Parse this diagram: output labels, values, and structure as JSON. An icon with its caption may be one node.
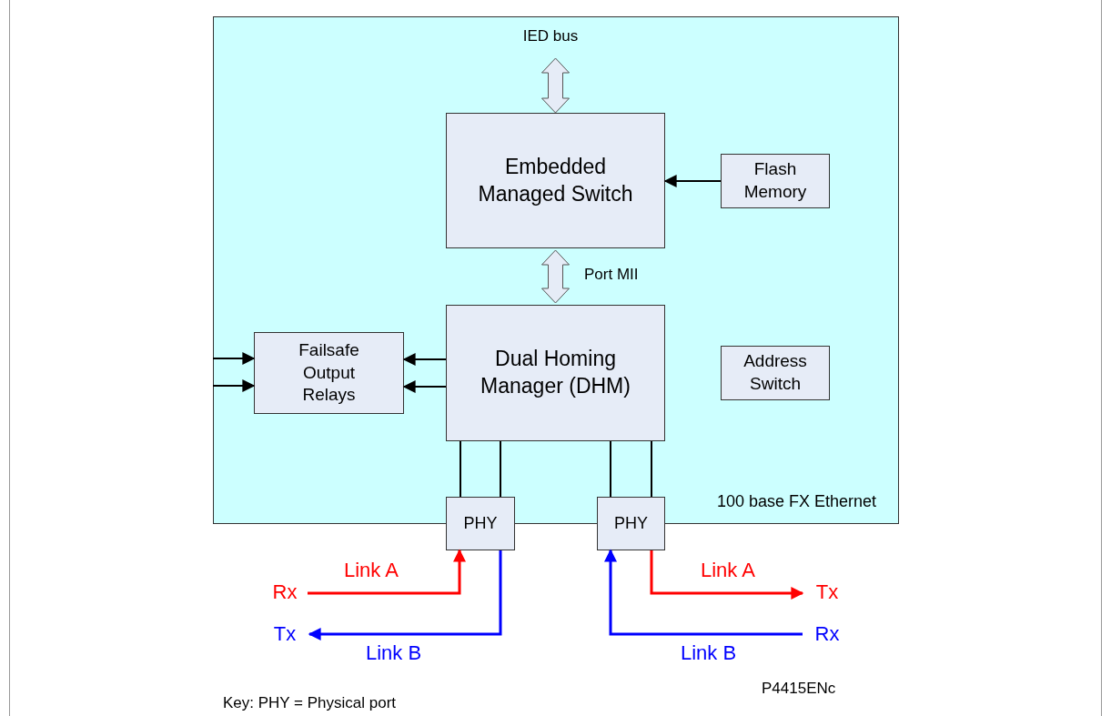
{
  "diagram": {
    "nodes": [
      {
        "text": [
          "100 base FX Ethernet"
        ]
      },
      {
        "text": [
          "IED bus"
        ],
        "in": 0
      },
      {
        "text": [
          "Embedded Managed Switch"
        ],
        "in": 0
      },
      {
        "text": [
          "Flash Memory"
        ],
        "in": 0
      },
      {
        "text": [
          "Failsafe Output Relays"
        ],
        "in": 0
      },
      {
        "text": [
          "Dual Homing Manager (DHM)"
        ],
        "in": 0
      },
      {
        "text": [
          "Address Switch"
        ],
        "in": 0
      },
      {
        "text": [
          "PHY"
        ]
      },
      {
        "text": [
          "PHY"
        ]
      },
      {
        "text": [
          "Rx"
        ]
      },
      {
        "text": [
          "Tx"
        ]
      },
      {
        "text": [
          "Tx"
        ]
      },
      {
        "text": [
          "Rx"
        ]
      }
    ],
    "edges": [
      {
        "from": 1,
        "to": 2,
        "arrow": "both",
        "style": "thick"
      },
      {
        "from": 3,
        "to": 2,
        "arrow": "to"
      },
      {
        "from": 2,
        "to": 5,
        "arrow": "both",
        "style": "thick",
        "label": "Port MII"
      },
      {
        "from": 5,
        "to": 4,
        "arrow": "to"
      },
      {
        "from": 5,
        "to": 4,
        "arrow": "to"
      },
      {
        "from": null,
        "to": 4,
        "arrow": "to"
      },
      {
        "from": null,
        "to": 4,
        "arrow": "to"
      },
      {
        "from": 5,
        "to": 7,
        "arrow": "none"
      },
      {
        "from": 5,
        "to": 7,
        "arrow": "none"
      },
      {
        "from": 5,
        "to": 8,
        "arrow": "none"
      },
      {
        "from": 5,
        "to": 8,
        "arrow": "none"
      },
      {
        "from": 9,
        "to": 7,
        "arrow": "to",
        "label": "Link A",
        "color": "#ff0000"
      },
      {
        "from": 7,
        "to": 10,
        "arrow": "to",
        "label": "Link B",
        "color": "#0000ff"
      },
      {
        "from": 8,
        "to": 11,
        "arrow": "to",
        "label": "Link A",
        "color": "#ff0000"
      },
      {
        "from": 12,
        "to": 8,
        "arrow": "to",
        "label": "Link B",
        "color": "#0000ff"
      }
    ],
    "labels": [
      "P4415ENc",
      "Key: PHY = Physical port"
    ]
  }
}
